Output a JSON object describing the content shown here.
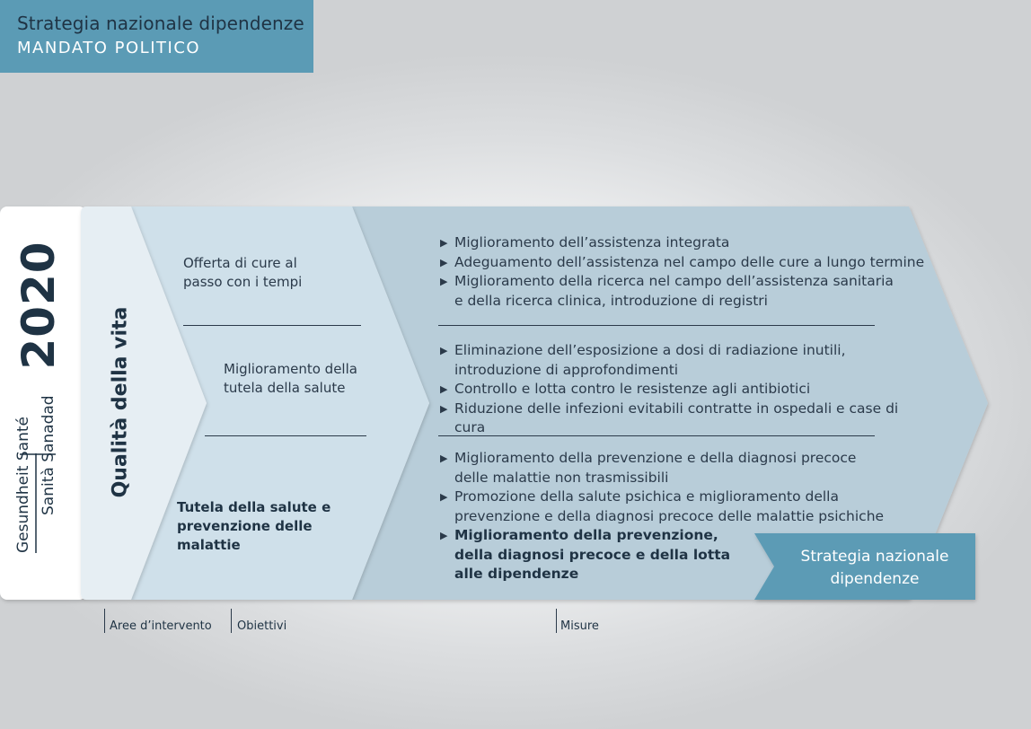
{
  "header": {
    "title": "Strategia nazionale dipendenze",
    "subtitle": "MANDATO POLITICO"
  },
  "logo": {
    "year": "2020",
    "line1": "Gesundheit Santé",
    "line2": "Sanità Sanadad"
  },
  "area": {
    "label": "Qualità della vita"
  },
  "objectives": [
    "Offerta di cure al passo con i tempi",
    "Miglioramento della tutela della salute",
    "Tutela della salute e prevenzione delle malattie"
  ],
  "measures": {
    "group1": [
      "Miglioramento dell’assistenza integrata",
      "Adeguamento dell’assistenza nel campo delle cure a lungo termine",
      "Miglioramento della ricerca nel campo dell’assistenza sanitaria e della ricerca clinica, introduzione di registri"
    ],
    "group2": [
      "Eliminazione dell’esposizione a dosi di radiazione inutili, introduzione di approfondimenti",
      "Controllo e lotta contro le resistenze agli antibiotici",
      "Riduzione delle infezioni evitabili contratte in ospedali e case di cura"
    ],
    "group3": [
      "Miglioramento della prevenzione e della diagnosi precoce delle malattie non trasmissibili",
      "Promozione della salute psichica e miglioramento della prevenzione e della diagnosi precoce delle malattie psichiche",
      "Miglioramento della prevenzione, della diagnosi precoce e della lotta alle dipendenze"
    ]
  },
  "strategy_box": {
    "label": "Strategia nazionale dipendenze"
  },
  "axis_labels": {
    "areas": "Aree d’intervento",
    "objectives": "Obiettivi",
    "measures": "Misure"
  },
  "colors": {
    "header_bg": "#5b9bb5",
    "area_fill": "#e6eef3",
    "objectives_fill": "#cfe0ea",
    "measures_fill": "#b8cdd9",
    "strategy_fill": "#5b9bb5"
  }
}
